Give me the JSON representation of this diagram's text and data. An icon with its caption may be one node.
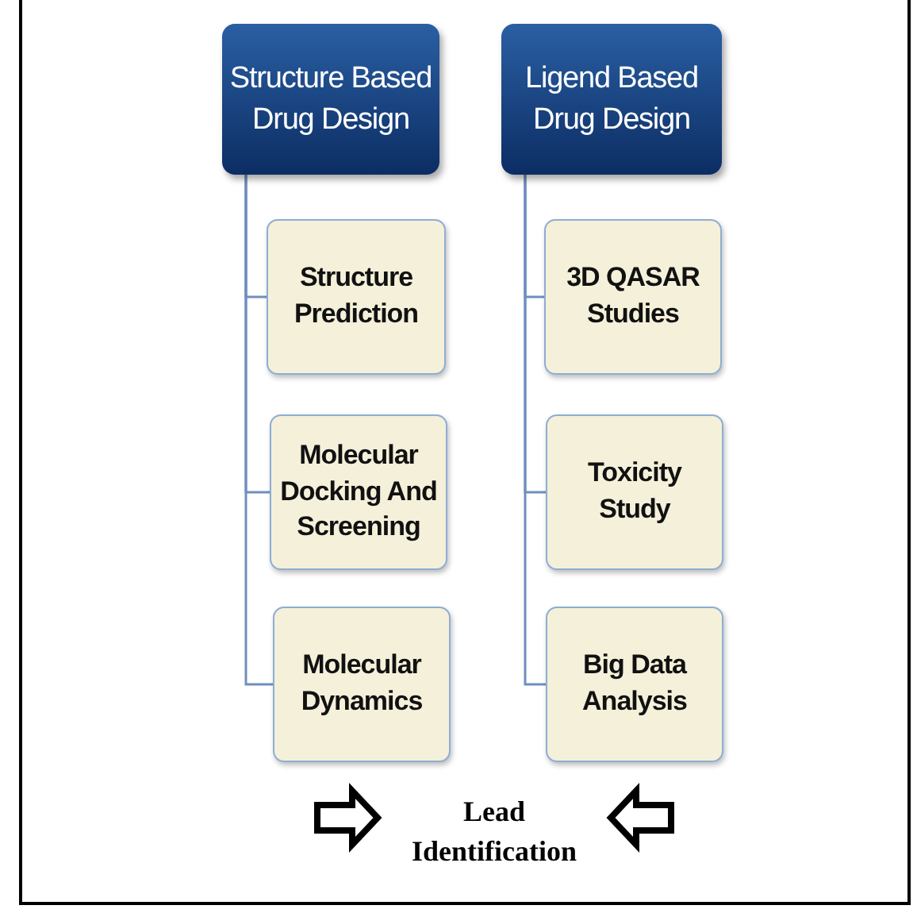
{
  "diagram": {
    "nodes": [
      {
        "text": [
          "Structure Based Drug Design"
        ]
      },
      {
        "text": [
          "Ligend Based Drug Design"
        ]
      },
      {
        "text": [
          "Structure Prediction"
        ]
      },
      {
        "text": [
          "Molecular Docking And Screening"
        ]
      },
      {
        "text": [
          "Molecular Dynamics"
        ]
      },
      {
        "text": [
          "3D QASAR Studies"
        ]
      },
      {
        "text": [
          "Toxicity Study"
        ]
      },
      {
        "text": [
          "Big Data Analysis"
        ]
      },
      {
        "text": [
          "Lead Identification"
        ]
      }
    ],
    "edges": [
      {
        "from": 0,
        "to": 2,
        "arrow": "none"
      },
      {
        "from": 0,
        "to": 3,
        "arrow": "none"
      },
      {
        "from": 0,
        "to": 4,
        "arrow": "none"
      },
      {
        "from": 1,
        "to": 5,
        "arrow": "none"
      },
      {
        "from": 1,
        "to": 6,
        "arrow": "none"
      },
      {
        "from": 1,
        "to": 7,
        "arrow": "none"
      },
      {
        "from": null,
        "to": 8,
        "arrow": "to",
        "style": "thick"
      },
      {
        "from": null,
        "to": 8,
        "arrow": "to",
        "style": "thick"
      }
    ]
  }
}
